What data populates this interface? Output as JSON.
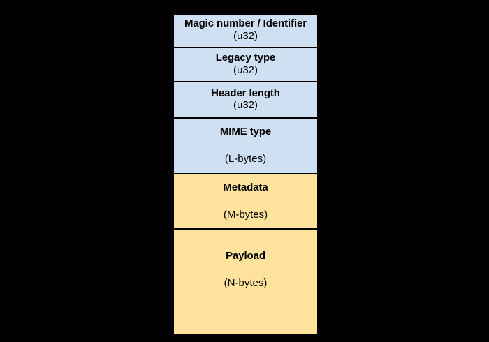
{
  "diagram": {
    "kind": "binary-file-format-layout",
    "background_color": "#000000",
    "colors": {
      "header_fill": "#cfe0f3",
      "body_fill": "#ffe29b",
      "border": "#000000",
      "text": "#000000"
    },
    "fields": [
      {
        "title": "Magic number / Identifier",
        "size": "(u32)"
      },
      {
        "title": "Legacy type",
        "size": "(u32)"
      },
      {
        "title": "Header length",
        "size": "(u32)"
      },
      {
        "title": "MIME type",
        "size": "(L-bytes)"
      },
      {
        "title": "Metadata",
        "size": "(M-bytes)"
      },
      {
        "title": "Payload",
        "size": "(N-bytes)"
      }
    ]
  }
}
